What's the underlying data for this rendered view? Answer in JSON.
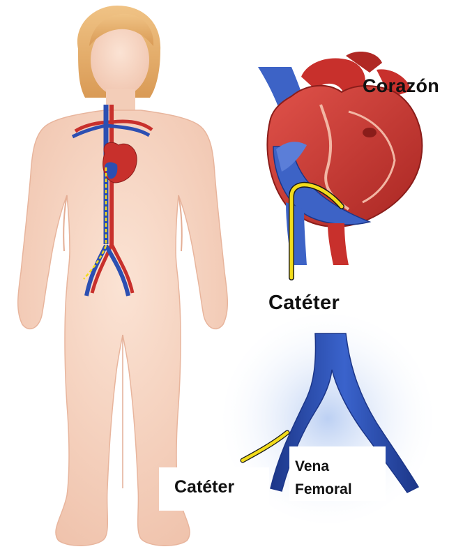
{
  "labels": {
    "heart": "Corazón",
    "catheter_top": "Catéter",
    "catheter_bottom": "Catéter",
    "vein_line1": "Vena",
    "vein_line2": "Femoral"
  },
  "colors": {
    "skin": "#f7d6c4",
    "skin_shadow": "#e9b9a2",
    "hair": "#e8b26f",
    "vein_blue": "#2c4fb2",
    "vein_dark": "#1c3688",
    "artery_red": "#c8302c",
    "heart_red": "#d2413b",
    "catheter_yellow": "#f2dc1c"
  },
  "icons": [
    "child-body-illustration",
    "heart-cross-section-illustration",
    "femoral-vein-illustration"
  ]
}
